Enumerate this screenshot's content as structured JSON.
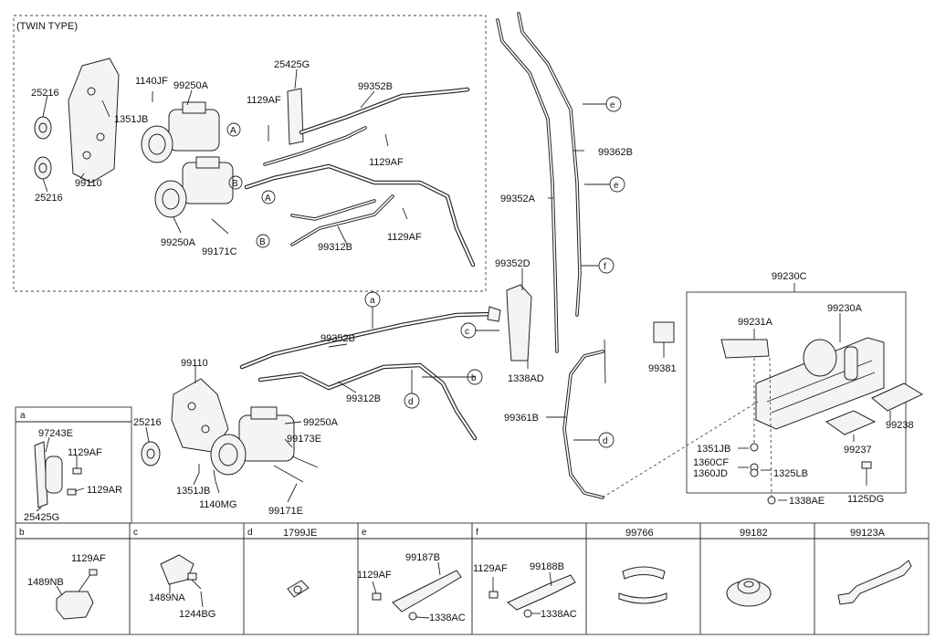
{
  "twin_section": {
    "title": "(TWIN TYPE)",
    "labels": [
      "25216",
      "1140JF",
      "99250A",
      "1351JB",
      "25216",
      "99110",
      "99250A",
      "99171C",
      "25425G",
      "1129AF",
      "99352B",
      "1129AF",
      "1129AF",
      "99312B"
    ]
  },
  "main_labels": [
    "99110",
    "25216",
    "1351JB",
    "1140MG",
    "99250A",
    "99173E",
    "99171E",
    "99352B",
    "99312B",
    "99352D",
    "99352A",
    "99362B",
    "1338AD",
    "99361B",
    "99381"
  ],
  "callout_letters": [
    "a",
    "b",
    "c",
    "d",
    "e",
    "e",
    "f",
    "A",
    "B",
    "A",
    "B"
  ],
  "condenser": {
    "labels": [
      "99230C",
      "99231A",
      "99230A",
      "1351JB",
      "1360CF",
      "1360JD",
      "1325LB",
      "1338AE",
      "99238",
      "99237",
      "1125DG"
    ]
  },
  "inset_a": {
    "letter": "a",
    "labels": [
      "97243E",
      "1129AF",
      "1129AR",
      "25425G"
    ]
  },
  "bottom_panels": [
    {
      "letter": "b",
      "header": "",
      "labels": [
        "1129AF",
        "1489NB"
      ]
    },
    {
      "letter": "c",
      "header": "",
      "labels": [
        "1489NA",
        "1244BG"
      ]
    },
    {
      "letter": "d",
      "header": "1799JE",
      "labels": []
    },
    {
      "letter": "e",
      "header": "",
      "labels": [
        "99187B",
        "1129AF",
        "1338AC"
      ]
    },
    {
      "letter": "f",
      "header": "",
      "labels": [
        "1129AF",
        "99188B",
        "1338AC"
      ]
    },
    {
      "letter": "",
      "header": "99766",
      "labels": []
    },
    {
      "letter": "",
      "header": "99182",
      "labels": []
    },
    {
      "letter": "",
      "header": "99123A",
      "labels": []
    }
  ]
}
